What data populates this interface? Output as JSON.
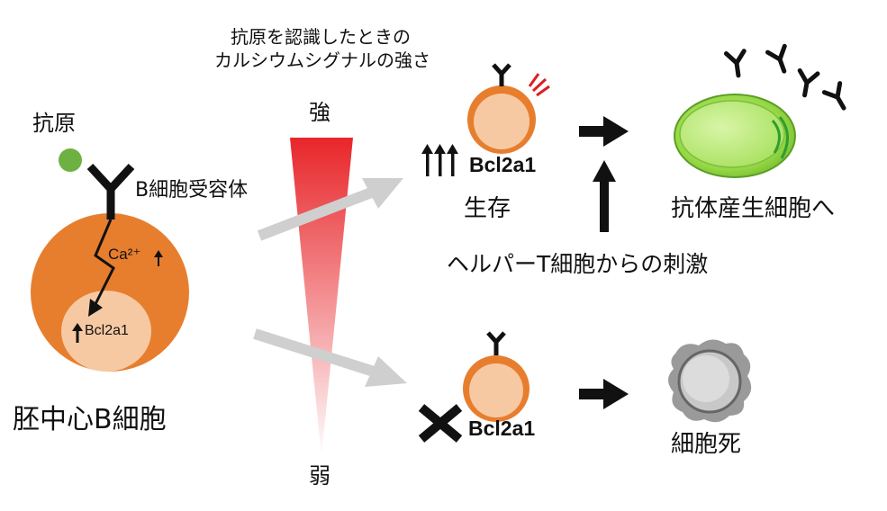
{
  "caption": {
    "line1": "抗原を認識したときの",
    "line2": "カルシウムシグナルの強さ"
  },
  "left_cell": {
    "antigen_label": "抗原",
    "receptor_label": "B細胞受容体",
    "ca_label": "Ca²⁺",
    "nucleus_label": "Bcl2a1",
    "cell_label": "胚中心B細胞"
  },
  "gradient": {
    "strong_label": "強",
    "weak_label": "弱",
    "colors": {
      "strong": "#e8262a",
      "weak": "#ffffff"
    }
  },
  "top_path": {
    "gene_label": "Bcl2a1",
    "fate_label": "生存",
    "helper_label": "ヘルパーT細胞からの刺激",
    "outcome_label": "抗体産生細胞へ"
  },
  "bottom_path": {
    "gene_label": "Bcl2a1",
    "outcome_label": "細胞死"
  },
  "colors": {
    "cell_orange": "#e77e2e",
    "nucleus_peach": "#f7c9a3",
    "antigen_green": "#6eb143",
    "plasma_green": "#8fd23f",
    "dead_gray": "#9a9a9a",
    "arrow_gray": "#cfcfcf"
  }
}
